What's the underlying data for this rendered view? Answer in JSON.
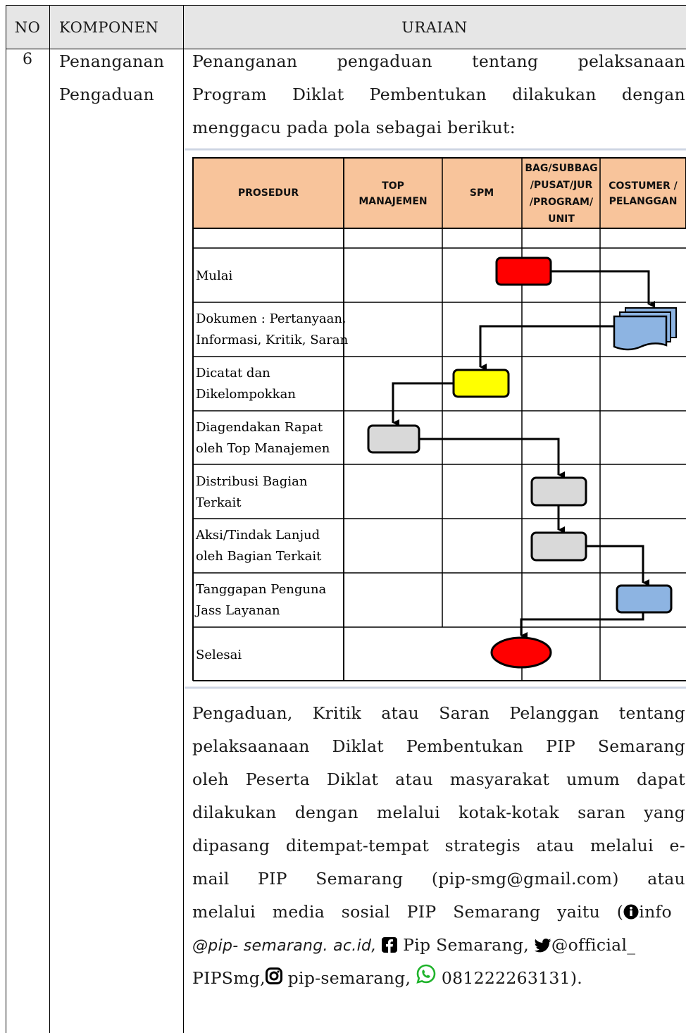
{
  "table_header": {
    "no": "NO",
    "komponen": "KOMPONEN",
    "uraian": "URAIAN"
  },
  "row": {
    "no": "6",
    "komponen_line1": "Penanganan",
    "komponen_line2": "Pengaduan",
    "intro_words_1": [
      "Penanganan",
      "pengaduan",
      "tentang",
      "pelaksanaan"
    ],
    "intro_words_2": [
      "Program",
      "Diklat",
      "Pembentukan",
      "dilakukan",
      "dengan"
    ],
    "intro_line3": "menggacu pada pola sebagai berikut:"
  },
  "flowchart": {
    "headers": {
      "prosedur": "PROSEDUR",
      "top_1": "TOP",
      "top_2": "MANAJEMEN",
      "spm": "SPM",
      "bag_1": "BAG/SUBBAG",
      "bag_2": "/PUSAT/JUR",
      "bag_3": "/PROGRAM/",
      "bag_4": "UNIT",
      "cust_1": "COSTUMER /",
      "cust_2": "PELANGGAN"
    },
    "steps": [
      {
        "line1": "Mulai",
        "line2": ""
      },
      {
        "line1": "Dokumen : Pertanyaan,",
        "line2": "Informasi, Kritik, Saran"
      },
      {
        "line1": "Dicatat dan",
        "line2": "Dikelompokkan"
      },
      {
        "line1": "Diagendakan Rapat",
        "line2": "oleh Top Manajemen"
      },
      {
        "line1": "Distribusi Bagian",
        "line2": "Terkait"
      },
      {
        "line1": "Aksi/Tindak Lanjud",
        "line2": "oleh Bagian Terkait"
      },
      {
        "line1": "Tanggapan Penguna",
        "line2": "Jass Layanan"
      },
      {
        "line1": "Selesai",
        "line2": ""
      }
    ],
    "colors": {
      "header_bg": "#f8c49b",
      "start": "#ff0000",
      "yellow": "#ffff00",
      "grey": "#d9d9d9",
      "blue": "#8db4e2"
    }
  },
  "paragraph": {
    "l1": [
      "Pengaduan,",
      "Kritik",
      "atau",
      "Saran",
      "Pelanggan",
      "tentang"
    ],
    "l2": [
      "pelaksaanaan",
      "Diklat",
      "Pembentukan",
      "PIP",
      "Semarang"
    ],
    "l3": [
      "oleh",
      "Peserta",
      "Diklat",
      "atau",
      "masyarakat",
      "umum",
      "dapat"
    ],
    "l4": [
      "dilakukan",
      "dengan",
      "melalui",
      "kotak-kotak",
      "saran",
      "yang"
    ],
    "l5": [
      "dipasang",
      "ditempat-tempat",
      "strategis",
      "atau",
      "melalui",
      "e-"
    ],
    "l6": [
      "mail",
      "PIP",
      "Semarang",
      "(pip-smg@gmail.com)",
      "atau"
    ],
    "l7_a": "melalui media sosial PIP Semarang yaitu (",
    "l7_b": "info",
    "l8_a": "@pip- semarang. ac.id,",
    "l8_b": " Pip Semarang, ",
    "l8_c": "@official_",
    "l9_a": "PIPSmg,",
    "l9_b": " pip-semarang, ",
    "l9_c": " 081222263131)."
  },
  "icons": [
    "info-icon",
    "facebook-icon",
    "twitter-icon",
    "instagram-icon",
    "whatsapp-icon"
  ]
}
